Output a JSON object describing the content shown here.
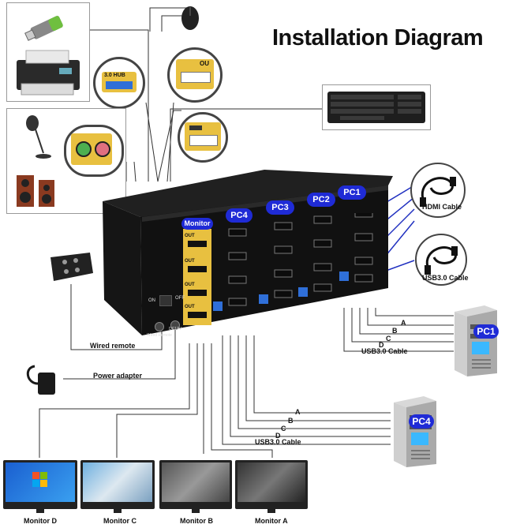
{
  "title": "Installation Diagram",
  "ports": {
    "monitor": "Monitor",
    "pc4": "PC4",
    "pc3": "PC3",
    "pc2": "PC2",
    "pc1": "PC1",
    "out": "OUT",
    "hub": "3.0 HUB",
    "ou": "OU",
    "on": "ON",
    "off": "OFF",
    "dc": "DC12V",
    "wired": "Wired Remote"
  },
  "cables": {
    "hdmi": "HDMI Cable",
    "usb30": "USB3.0 Cable",
    "wired_remote": "Wired remote",
    "power_adapter": "Power adapter"
  },
  "pc1_lines": {
    "a": "A",
    "b": "B",
    "c": "C",
    "d": "D",
    "usb": "USB3.0 Cable"
  },
  "pc4_lines": {
    "a": "A",
    "b": "B",
    "c": "C",
    "d": "D",
    "usb": "USB3.0 Cable"
  },
  "pcs": {
    "pc1": "PC1",
    "pc4": "PC4"
  },
  "monitors": [
    "Monitor D",
    "Monitor C",
    "Monitor B",
    "Monitor A"
  ],
  "colors": {
    "accent": "#1f2bd6",
    "device": "#1a1a1a",
    "port_gold": "#e8c040"
  }
}
